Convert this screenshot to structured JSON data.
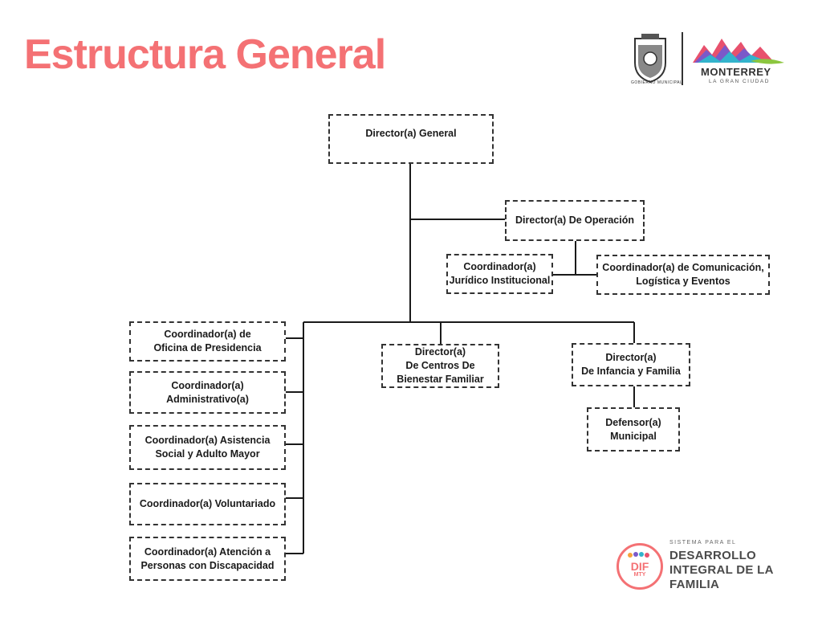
{
  "title": "Estructura General",
  "colors": {
    "accent": "#f47174",
    "line": "#1a1a1a"
  },
  "header_logos": {
    "crest_caption": "GOBIERNO MUNICIPAL",
    "city_name": "MONTERREY",
    "city_tagline": "LA GRAN CIUDAD"
  },
  "org_chart": {
    "director_general": "Director(a) General",
    "director_operacion": "Director(a) De Operación",
    "coord_juridico": "Coordinador(a)\nJurídico Institucional",
    "coord_comunicacion": "Coordinador(a) de Comunicación,\nLogística y Eventos",
    "coord_presidencia": "Coordinador(a) de\nOficina de Presidencia",
    "coord_administrativo": "Coordinador(a) Administrativo(a)",
    "coord_asistencia": "Coordinador(a) Asistencia\nSocial y Adulto Mayor",
    "coord_voluntariado": "Coordinador(a) Voluntariado",
    "coord_discapacidad": "Coordinador(a) Atención a\nPersonas con Discapacidad",
    "director_centros": "Director(a)\nDe Centros De\nBienestar Familiar",
    "director_infancia": "Director(a)\nDe Infancia y Familia",
    "defensor": "Defensor(a)\nMunicipal"
  },
  "footer_logo": {
    "badge_word": "DIF",
    "badge_sub": "MTY",
    "small_text": "SISTEMA PARA EL",
    "line1": "DESARROLLO",
    "line2": "INTEGRAL DE LA",
    "line3": "FAMILIA"
  }
}
